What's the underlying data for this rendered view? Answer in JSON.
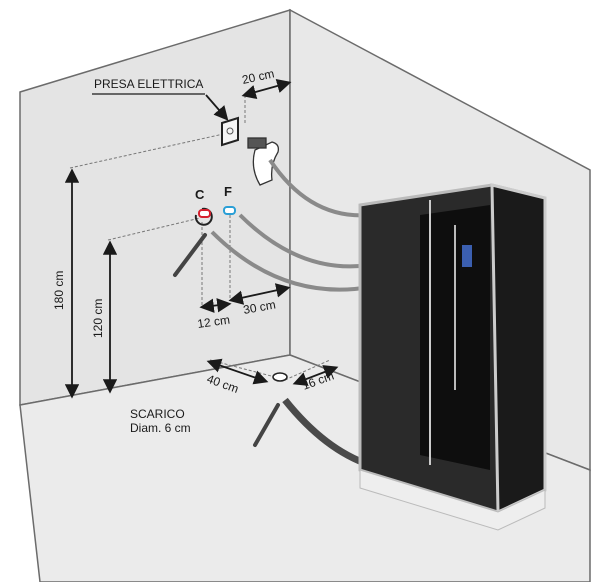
{
  "labels": {
    "socket": "PRESA ELETTRICA",
    "socket_offset": "20 cm",
    "hot": "C",
    "cold": "F",
    "height_socket": "180 cm",
    "height_taps": "120 cm",
    "tap_spacing": "12 cm",
    "tap_offset": "30 cm",
    "drain_offset_x": "40 cm",
    "drain_offset_y": "16 cm",
    "drain": "SCARICO",
    "drain_diameter": "Diam. 6 cm"
  },
  "colors": {
    "wall": "#e6e6e6",
    "floor": "#e9e9e9",
    "edge": "#6b6b6b",
    "hot": "#d6202e",
    "cold": "#2a9fd6",
    "shower": "#161616"
  }
}
